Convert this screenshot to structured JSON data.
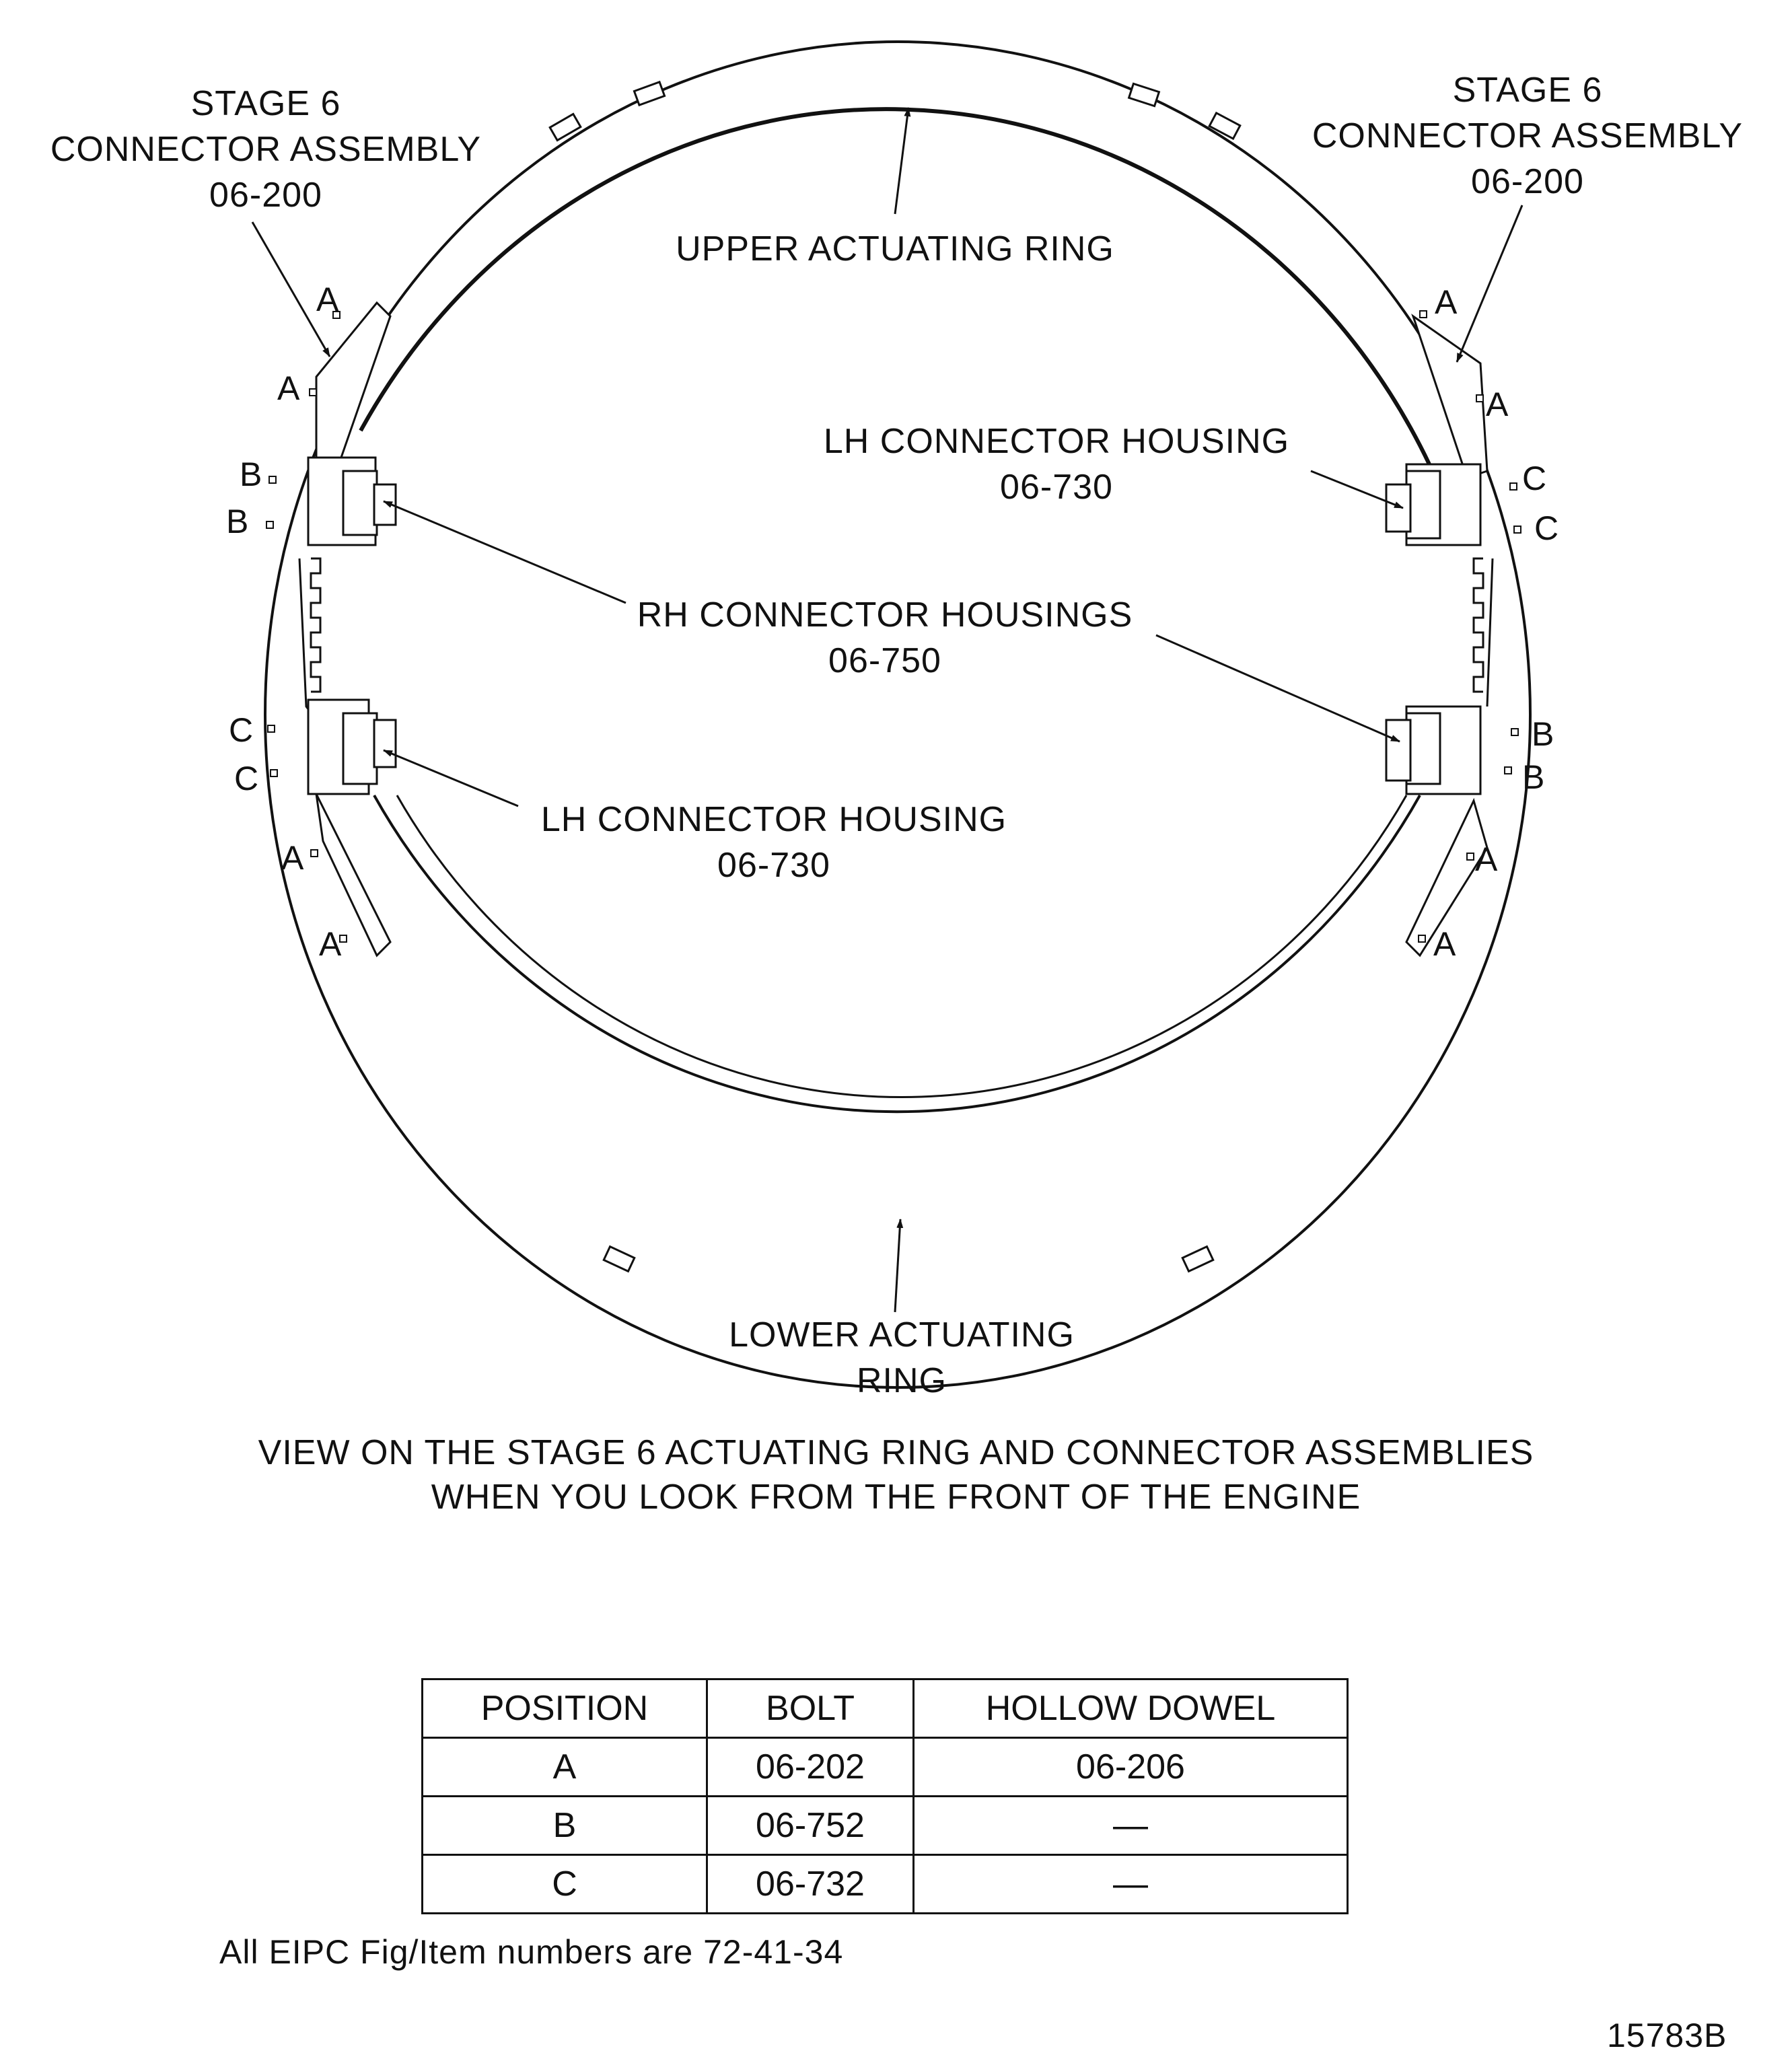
{
  "diagram": {
    "upper_ring_label": "UPPER ACTUATING RING",
    "lower_ring_label": [
      "LOWER ACTUATING",
      "RING"
    ],
    "stage6_left": [
      "STAGE 6",
      "CONNECTOR ASSEMBLY",
      "06-200"
    ],
    "stage6_right": [
      "STAGE 6",
      "CONNECTOR ASSEMBLY",
      "06-200"
    ],
    "lh_housing_top": [
      "LH CONNECTOR HOUSING",
      "06-730"
    ],
    "rh_housings": [
      "RH CONNECTOR HOUSINGS",
      "06-750"
    ],
    "lh_housing_bottom": [
      "LH CONNECTOR HOUSING",
      "06-730"
    ],
    "position_markers_left": [
      "A",
      "A",
      "B",
      "B",
      "C",
      "C",
      "A",
      "A"
    ],
    "position_markers_right": [
      "A",
      "A",
      "C",
      "C",
      "B",
      "B",
      "A",
      "A"
    ]
  },
  "caption": [
    "VIEW ON THE STAGE 6 ACTUATING RING AND CONNECTOR ASSEMBLIES",
    "WHEN YOU LOOK FROM THE FRONT OF THE ENGINE"
  ],
  "table": {
    "headers": [
      "POSITION",
      "BOLT",
      "HOLLOW DOWEL"
    ],
    "rows": [
      [
        "A",
        "06-202",
        "06-206"
      ],
      [
        "B",
        "06-752",
        "—"
      ],
      [
        "C",
        "06-732",
        "—"
      ]
    ]
  },
  "note": "All EIPC Fig/Item numbers are 72-41-34",
  "figure_number": "15783B"
}
